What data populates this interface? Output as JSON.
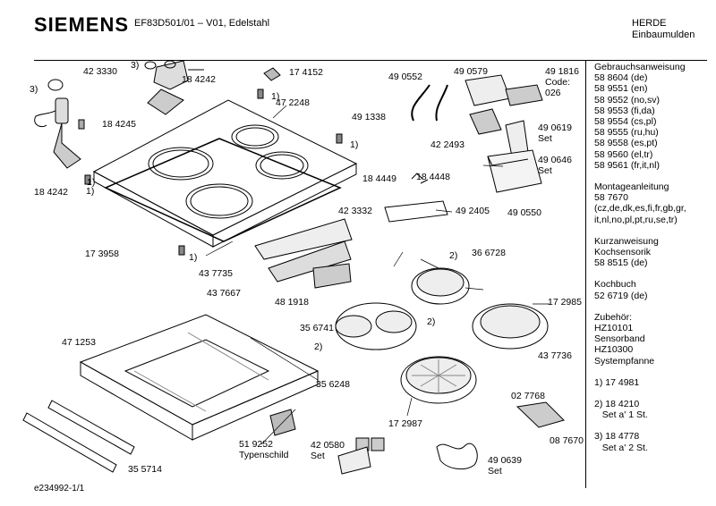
{
  "header": {
    "brand": "SIEMENS",
    "model": "EF83D501/01 – V01, Edelstahl",
    "category": [
      "HERDE",
      "Einbaumulden"
    ]
  },
  "footer": "e234992-1/1",
  "sidebar": [
    [
      "Gebrauchsanweisung",
      "58 8604 (de)",
      "58 9551 (en)",
      "58 9552 (no,sv)",
      "58 9553 (fi,da)",
      "58 9554 (cs,pl)",
      "58 9555 (ru,hu)",
      "58 9558 (es,pt)",
      "58 9560 (el,tr)",
      "58 9561 (fr,it,nl)"
    ],
    [
      "Montageanleitung",
      "58 7670",
      "(cz,de,dk,es,fi,fr,gb,gr,",
      "it,nl,no,pl,pt,ru,se,tr)"
    ],
    [
      "Kurzanweisung",
      "Kochsensorik",
      "58 8515 (de)"
    ],
    [
      "Kochbuch",
      "52 6719 (de)"
    ],
    [
      "Zubehör:",
      "HZ10101",
      "Sensorband",
      "HZ10300",
      "Systempfanne"
    ],
    [
      "1) 17 4981"
    ],
    [
      "2) 18 4210",
      "   Set a' 1 St."
    ],
    [
      "3) 18 4778",
      "   Set a' 2 St."
    ]
  ],
  "labels": [
    "3)",
    "42 3330",
    "18 4242",
    "17 4152",
    "3)",
    "18 4245",
    "1)",
    "47 2248",
    "1)",
    "18 4242",
    "1)",
    "17 3958",
    "1)",
    "49 0552",
    "49 1338",
    "49 0579",
    "49 1816",
    "Code:",
    "026",
    "42 2493",
    "49 0619",
    "Set",
    "49 0646",
    "Set",
    "18 4449",
    "18 4448",
    "42 3332",
    "49 2405",
    "49 0550",
    "43 7735",
    "43 7667",
    "48 1918",
    "2)",
    "36 6728",
    "17 2985",
    "35 6741",
    "2)",
    "2)",
    "43 7736",
    "47 1253",
    "35 6248",
    "17 2987",
    "02 7768",
    "08 7670",
    "51 9252",
    "Typenschild",
    "42 0580",
    "Set",
    "49 0639",
    "Set",
    "35 5714",
    "1)"
  ]
}
